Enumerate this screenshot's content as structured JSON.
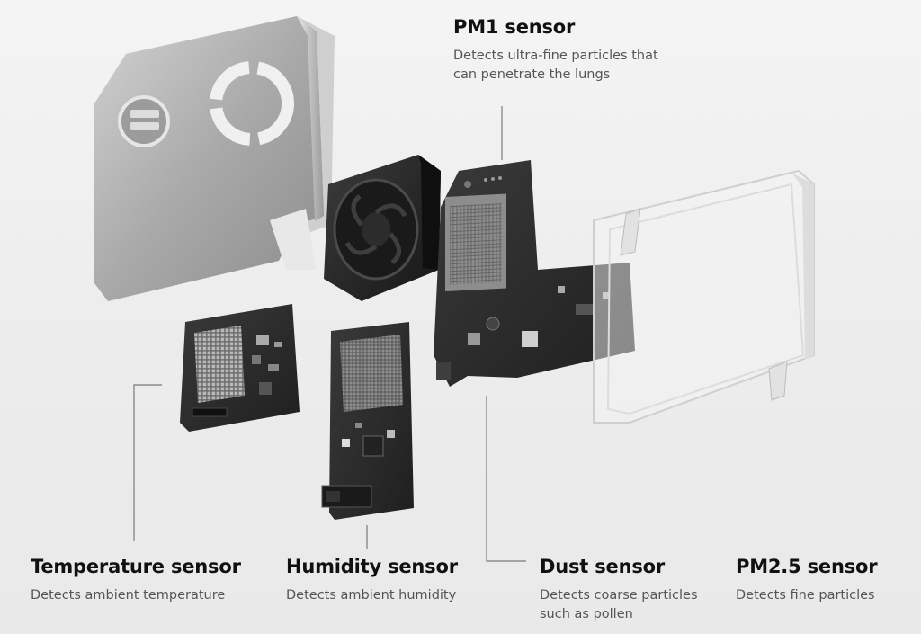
{
  "labels": {
    "pm1": {
      "title": "PM1 sensor",
      "desc_lines": [
        "Detects ultra-fine particles that",
        "can penetrate the lungs"
      ]
    },
    "temperature": {
      "title": "Temperature sensor",
      "desc_lines": [
        "Detects ambient temperature"
      ]
    },
    "humidity": {
      "title": "Humidity sensor",
      "desc_lines": [
        "Detects ambient humidity"
      ]
    },
    "dust": {
      "title": "Dust sensor",
      "desc_lines": [
        "Detects coarse particles",
        "such as pollen"
      ]
    },
    "pm25": {
      "title": "PM2.5 sensor",
      "desc_lines": [
        "Detects fine particles"
      ]
    }
  },
  "colors": {
    "background": "#efefef",
    "title_text": "#111111",
    "desc_text": "#555555",
    "leader_line": "#777777",
    "metal": "#b8b8b8",
    "pcb": "#2a2a2a"
  }
}
